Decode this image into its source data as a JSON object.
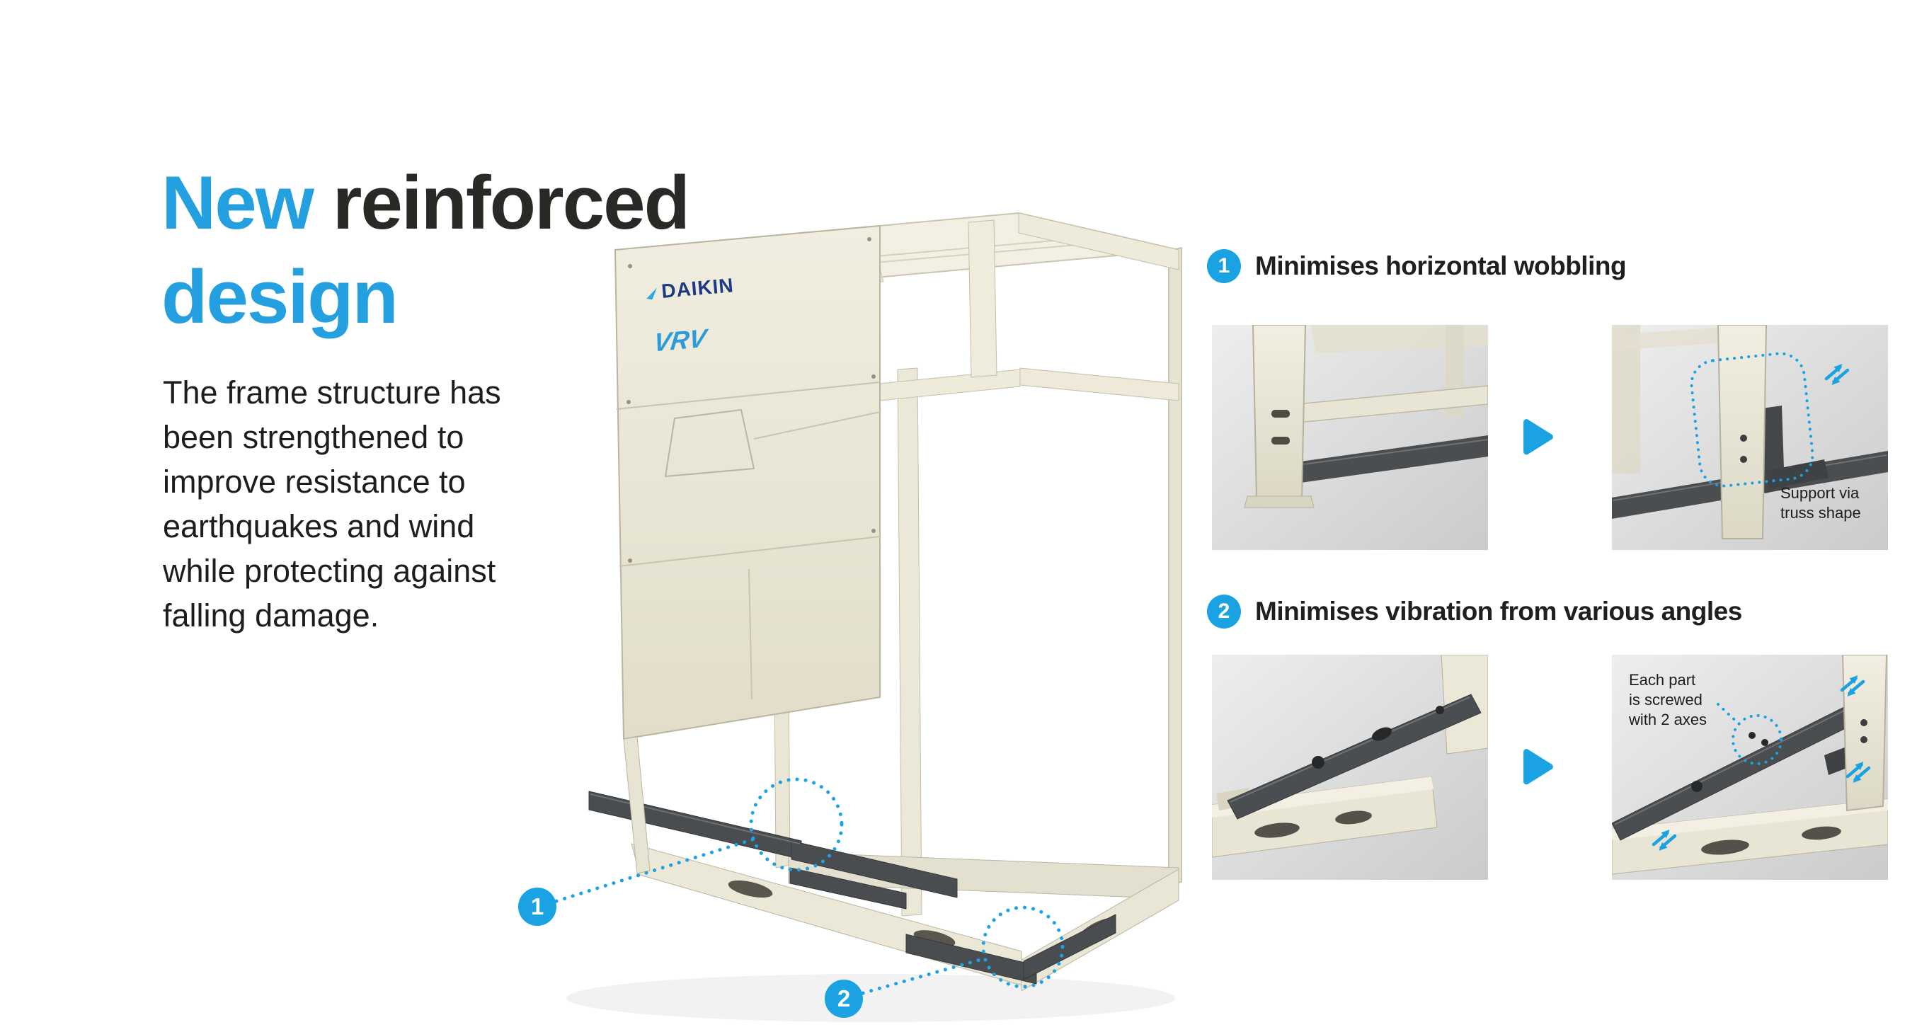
{
  "title": {
    "line1_blue": "New",
    "line1_dark": "reinforced",
    "line2_blue": "design"
  },
  "intro": {
    "text": "The frame structure has\nbeen strengthened to\nimprove resistance to\nearthquakes and wind\nwhile protecting against\nfalling damage."
  },
  "unit": {
    "brand": "DAIKIN",
    "product": "VRV",
    "callouts": [
      {
        "number": "1"
      },
      {
        "number": "2"
      }
    ]
  },
  "sections": [
    {
      "number": "1",
      "heading": "Minimises horizontal wobbling",
      "caption": "Support via\ntruss shape"
    },
    {
      "number": "2",
      "heading": "Minimises vibration from various angles",
      "caption": "Each part\nis screwed\nwith 2 axes"
    }
  ],
  "icons": {
    "step_arrow": "▶",
    "swap_arrows": "⇄",
    "callout_circle": "dotted-circle"
  },
  "colors": {
    "accent_blue": "#1ba2e3",
    "title_blue": "#249fe0",
    "title_dark": "#2b2926",
    "unit_beige": "#ece8d8",
    "rail_gray": "#4b4e50",
    "image_bg": "#d9d9d9",
    "daikin_navy": "#1d3a86",
    "vrv_blue": "#2b9cd8"
  }
}
